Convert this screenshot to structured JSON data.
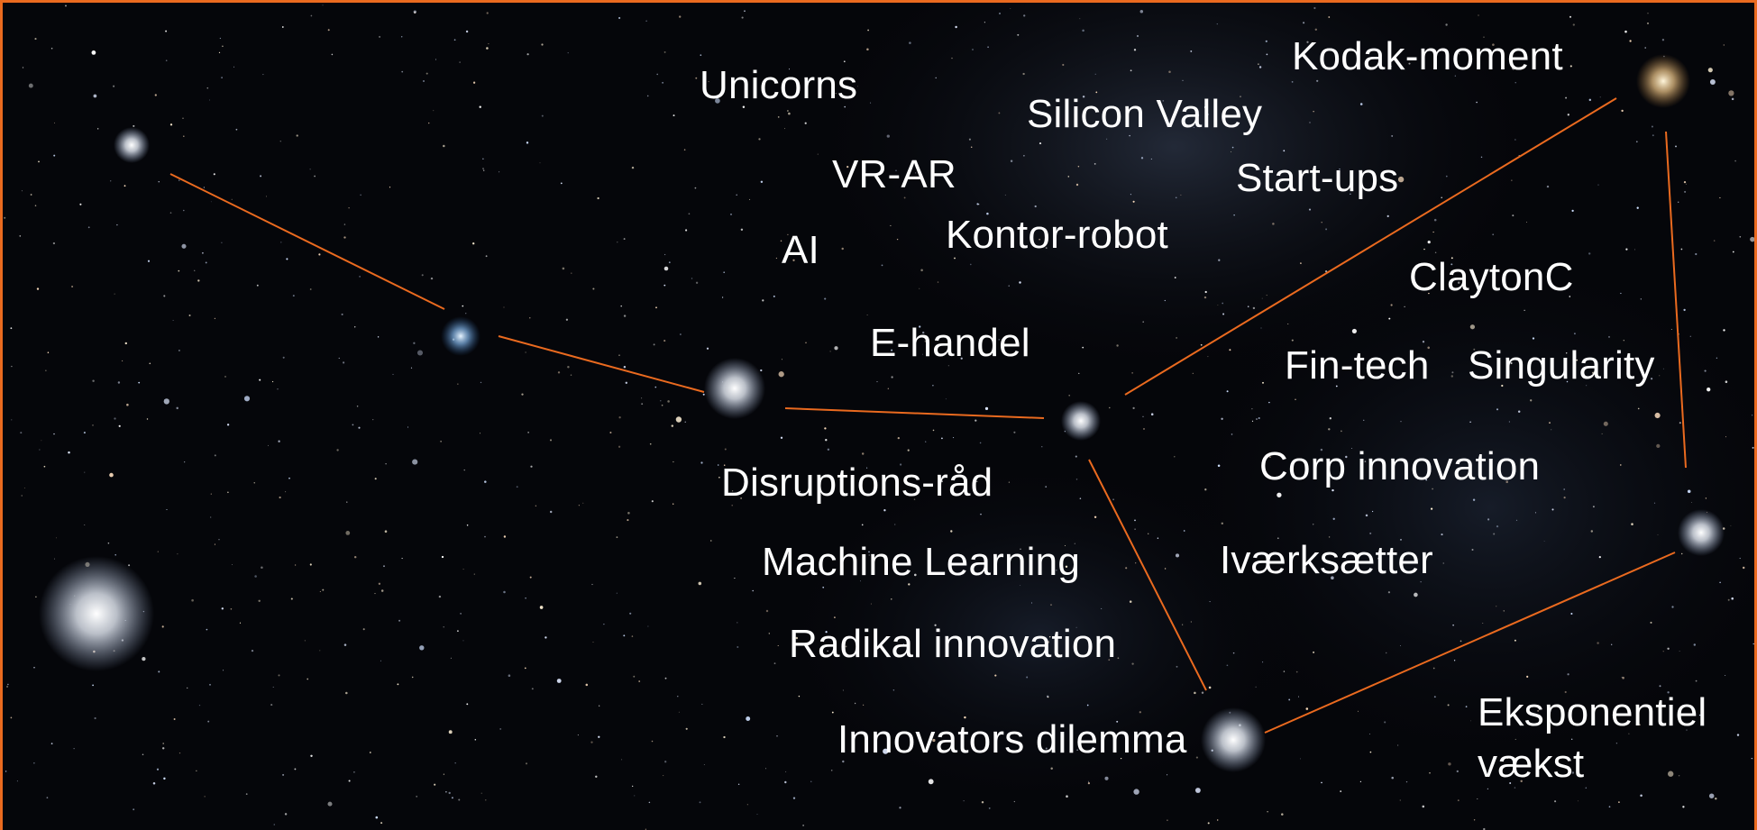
{
  "colors": {
    "background": "#05060a",
    "frame": "#ea6a1f",
    "connector": "#ea6a1f",
    "text": "#ffffff"
  },
  "terms": {
    "unicorns": "Unicorns",
    "silicon_valley": "Silicon Valley",
    "kodak_moment": "Kodak-moment",
    "vr_ar": "VR-AR",
    "start_ups": "Start-ups",
    "ai": "AI",
    "kontor_robot": "Kontor-robot",
    "clayton_c": "ClaytonC",
    "e_handel": "E-handel",
    "fin_tech": "Fin-tech",
    "singularity": "Singularity",
    "disruptions_raad": "Disruptions-råd",
    "corp_innovation": "Corp innovation",
    "machine_learning": "Machine Learning",
    "ivaerksaetter": "Iværksætter",
    "radikal_innovation": "Radikal innovation",
    "innovators_dilemma": "Innovators dilemma",
    "eksponentiel_line1": "Eksponentiel",
    "eksponentiel_line2": "vækst"
  }
}
